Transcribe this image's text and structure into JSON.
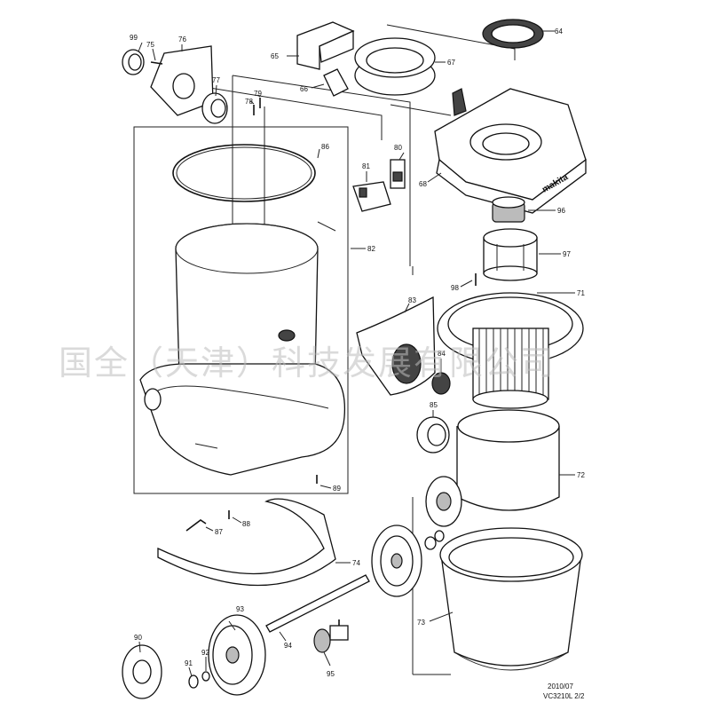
{
  "watermark": "国全（天津）科技发展有限公司",
  "footer": {
    "date": "2010/07",
    "model": "VC3210L 2/2"
  },
  "brand_logo": "makita",
  "labels": {
    "p64": "64",
    "p65": "65",
    "p66": "66",
    "p67": "67",
    "p68": "68",
    "p71": "71",
    "p72": "72",
    "p73": "73",
    "p74": "74",
    "p75": "75",
    "p76": "76",
    "p77": "77",
    "p78": "78",
    "p79": "79",
    "p80": "80",
    "p81": "81",
    "p82": "82",
    "p83": "83",
    "p84": "84",
    "p85": "85",
    "p86": "86",
    "p87": "87",
    "p88": "88",
    "p89": "89",
    "p90": "90",
    "p91": "91",
    "p92": "92",
    "p93": "93",
    "p94": "94",
    "p95": "95",
    "p96": "96",
    "p97": "97",
    "p98": "98",
    "p99": "99"
  }
}
